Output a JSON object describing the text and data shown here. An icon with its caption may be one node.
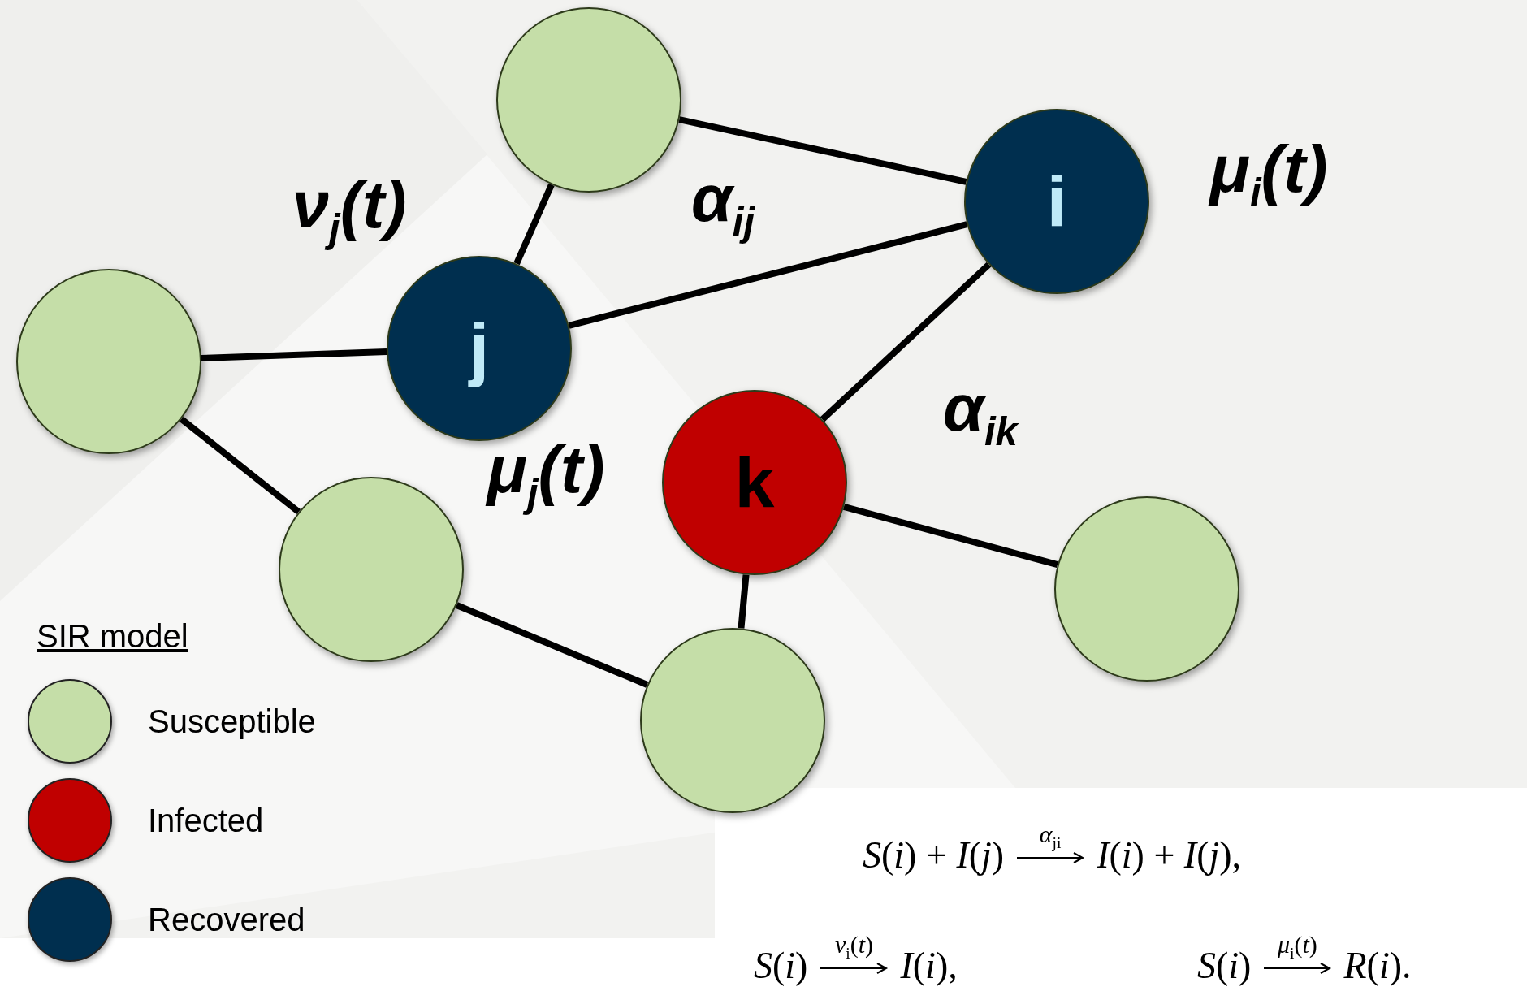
{
  "diagram": {
    "nodes": [
      {
        "text": [],
        "shape": "circle"
      },
      {
        "text": [
          "i"
        ]
      },
      {
        "text": [],
        "shape": "circle"
      },
      {
        "text": [
          "j"
        ]
      },
      {
        "text": [
          "k"
        ]
      },
      {
        "text": [],
        "shape": "circle"
      },
      {
        "text": [],
        "shape": "circle"
      },
      {
        "text": [],
        "shape": "circle"
      }
    ],
    "edges": [
      {
        "from": 0,
        "to": 1,
        "arrow": "none"
      },
      {
        "from": 0,
        "to": 3,
        "arrow": "none"
      },
      {
        "from": 3,
        "to": 1,
        "arrow": "none"
      },
      {
        "from": 2,
        "to": 3,
        "arrow": "none"
      },
      {
        "from": 2,
        "to": 5,
        "arrow": "none"
      },
      {
        "from": 1,
        "to": 4,
        "arrow": "none"
      },
      {
        "from": 4,
        "to": 6,
        "arrow": "none"
      },
      {
        "from": 4,
        "to": 7,
        "arrow": "none"
      },
      {
        "from": 5,
        "to": 7,
        "arrow": "none"
      }
    ],
    "labels": [
      "ν$_{j}$(t)",
      "α$_{ij}$",
      "μ$_{i}$(t)",
      "α$_{ik}$",
      "μ$_{j}$(t)",
      "SIR model",
      "*S*(*i*) + *I*(*j*)",
      "*α*$_{ji}$",
      "*I*(*i*) + *I*(*j*),",
      "*S*(*i*)",
      "*ν*$_{i}$(*t*)",
      "*I*(*i*),",
      "*S*(*i*)",
      "*μ*$_{i}$(*t*)",
      "*R*(*i*)."
    ],
    "legend": [
      {
        "text": "Susceptible",
        "color": "#c5dea8"
      },
      {
        "text": "Infected",
        "color": "#c00000"
      },
      {
        "text": "Recovered",
        "color": "#002f4f"
      }
    ]
  }
}
